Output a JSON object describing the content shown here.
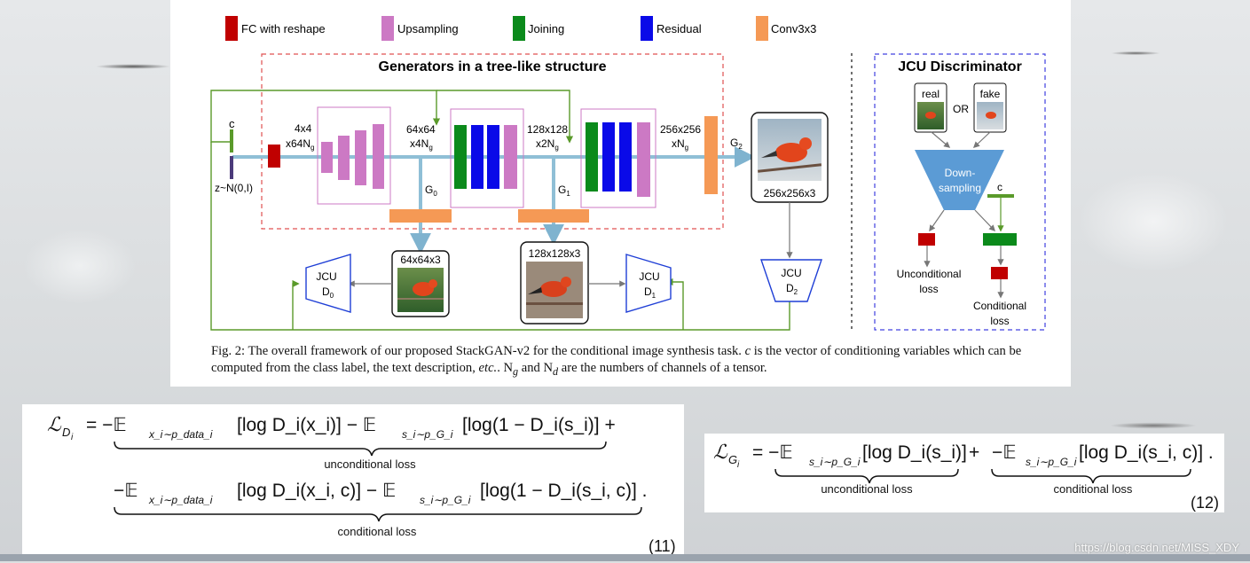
{
  "legend": [
    {
      "label": "FC with reshape",
      "color": "#c00000"
    },
    {
      "label": "Upsampling",
      "color": "#cc79c4"
    },
    {
      "label": "Joining",
      "color": "#0b8a1b"
    },
    {
      "label": "Residual",
      "color": "#0a0ae8"
    },
    {
      "label": "Conv3x3",
      "color": "#f59955"
    }
  ],
  "generators_title": "Generators in a tree-like structure",
  "discriminator_title": "JCU Discriminator",
  "labels": {
    "c": "c",
    "z": "z~N(0,I)",
    "s4a": "4x4",
    "s4b": "x64N",
    "s4sub": "g",
    "s64a": "64x64",
    "s64b": "x4N",
    "s64sub": "g",
    "s128a": "128x128",
    "s128b": "x2N",
    "s128sub": "g",
    "s256a": "256x256",
    "s256b": "xN",
    "s256sub": "g",
    "g0": "G",
    "g0sub": "0",
    "g1": "G",
    "g1sub": "1",
    "g2": "G",
    "g2sub": "2",
    "img256": "256x256x3",
    "img64": "64x64x3",
    "img128": "128x128x3",
    "jcu": "JCU",
    "d0": "D",
    "d0sub": "0",
    "d1": "D",
    "d1sub": "1",
    "d2": "D",
    "d2sub": "2",
    "real": "real",
    "fake": "fake",
    "or": "OR",
    "down1": "Down-",
    "down2": "sampling",
    "c2": "c",
    "uncond1": "Unconditional",
    "uncond2": "loss",
    "cond1": "Conditional",
    "cond2": "loss"
  },
  "caption": {
    "lead": "Fig. 2: The overall framework of our proposed StackGAN-v2 for the conditional image synthesis task.",
    "c": "c",
    "rest1": " is the vector of conditioning variables which can be computed from the class label, the text description, ",
    "etc": "etc.",
    "rest2": ". N",
    "g": "g",
    "and": " and N",
    "d": "d",
    "rest3": " are the numbers of channels of a tensor."
  },
  "eq11": {
    "lhs": "ℒ",
    "lhs_sub": "D",
    "lhs_subsub": "i",
    "row1": "= −𝔼",
    "row1_sub": "x_i∼p_data_i",
    "row1_a": "[log D_i(x_i)]  −  𝔼",
    "row1_sub2": "s_i∼p_G_i",
    "row1_b": "[log(1 − D_i(s_i)]  +",
    "brace1": "unconditional loss",
    "row2": "−𝔼",
    "row2_a": "[log D_i(x_i, c)]  −  𝔼",
    "row2_b": "[log(1 − D_i(s_i, c)] .",
    "brace2": "conditional loss",
    "num": "(11)"
  },
  "eq12": {
    "lhs": "ℒ",
    "lhs_sub": "G",
    "lhs_subsub": "i",
    "part1": "= −𝔼",
    "sub": "s_i∼p_G_i",
    "part1b": "[log D_i(s_i)]",
    "plus": "+",
    "part2": "−𝔼",
    "part2b": "[log D_i(s_i, c)] .",
    "brace1": "unconditional loss",
    "brace2": "conditional loss",
    "num": "(12)"
  },
  "watermark": "https://blog.csdn.net/MISS_XDY"
}
